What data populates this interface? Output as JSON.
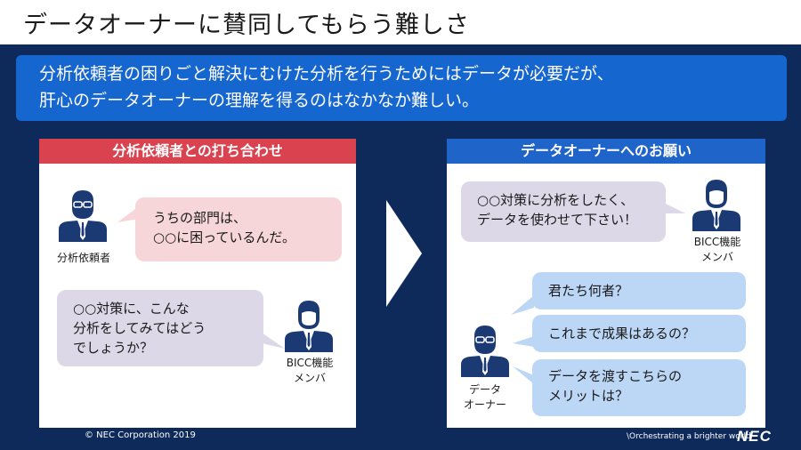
{
  "title": "データオーナーに賛同してもらう難しさ",
  "banner": {
    "line1": "分析依頼者の困りごと解決にむけた分析を行うためにはデータが必要だが、",
    "line2": "肝心のデータオーナーの理解を得るのはなかなか難しい。"
  },
  "left_panel": {
    "header": "分析依頼者との打ち合わせ",
    "bubble1": [
      "うちの部門は、",
      "○○に困っているんだ。"
    ],
    "person1": "分析依頼者",
    "bubble2": [
      "○○対策に、こんな",
      "分析をしてみてはどう",
      "でしょうか？"
    ],
    "person2": [
      "BICC機能",
      "メンバ"
    ]
  },
  "right_panel": {
    "header": "データオーナーへのお願い",
    "bubble1": [
      "○○対策に分析をしたく、",
      "データを使わせて下さい！"
    ],
    "person1": [
      "BICC機能",
      "メンバ"
    ],
    "bubble2": "君たち何者？",
    "bubble3": "これまで成果はあるの？",
    "bubble4": [
      "データを渡すこちらの",
      "メリットは？"
    ],
    "person2": [
      "データ",
      "オーナー"
    ]
  },
  "footer": {
    "copyright": "© NEC Corporation 2019",
    "tagline": "\\Orchestrating a brighter world",
    "logo": "NEC"
  },
  "colors": {
    "background": "#0d2a5a",
    "banner": "#1666d0",
    "left_header": "#d9424e",
    "right_header": "#1f64c9",
    "person_icon": "#1b3a73"
  }
}
